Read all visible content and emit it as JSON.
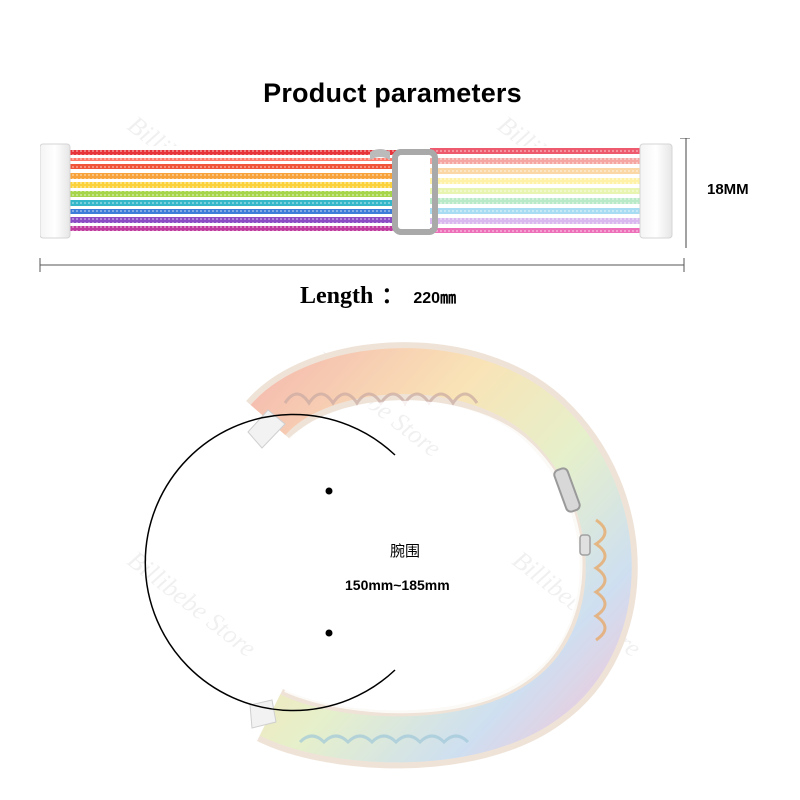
{
  "title": "Product parameters",
  "dimensions": {
    "width_label": "18MM",
    "length_label": "Length",
    "length_colon": "：",
    "length_value": "220㎜"
  },
  "wrist": {
    "label": "腕围",
    "range": "150mm~185mm"
  },
  "watermarks": [
    "Billibebe Store",
    "Billibebe Store",
    "Billibebe Store",
    "Billibebe Store",
    "Billibebe Store"
  ]
}
